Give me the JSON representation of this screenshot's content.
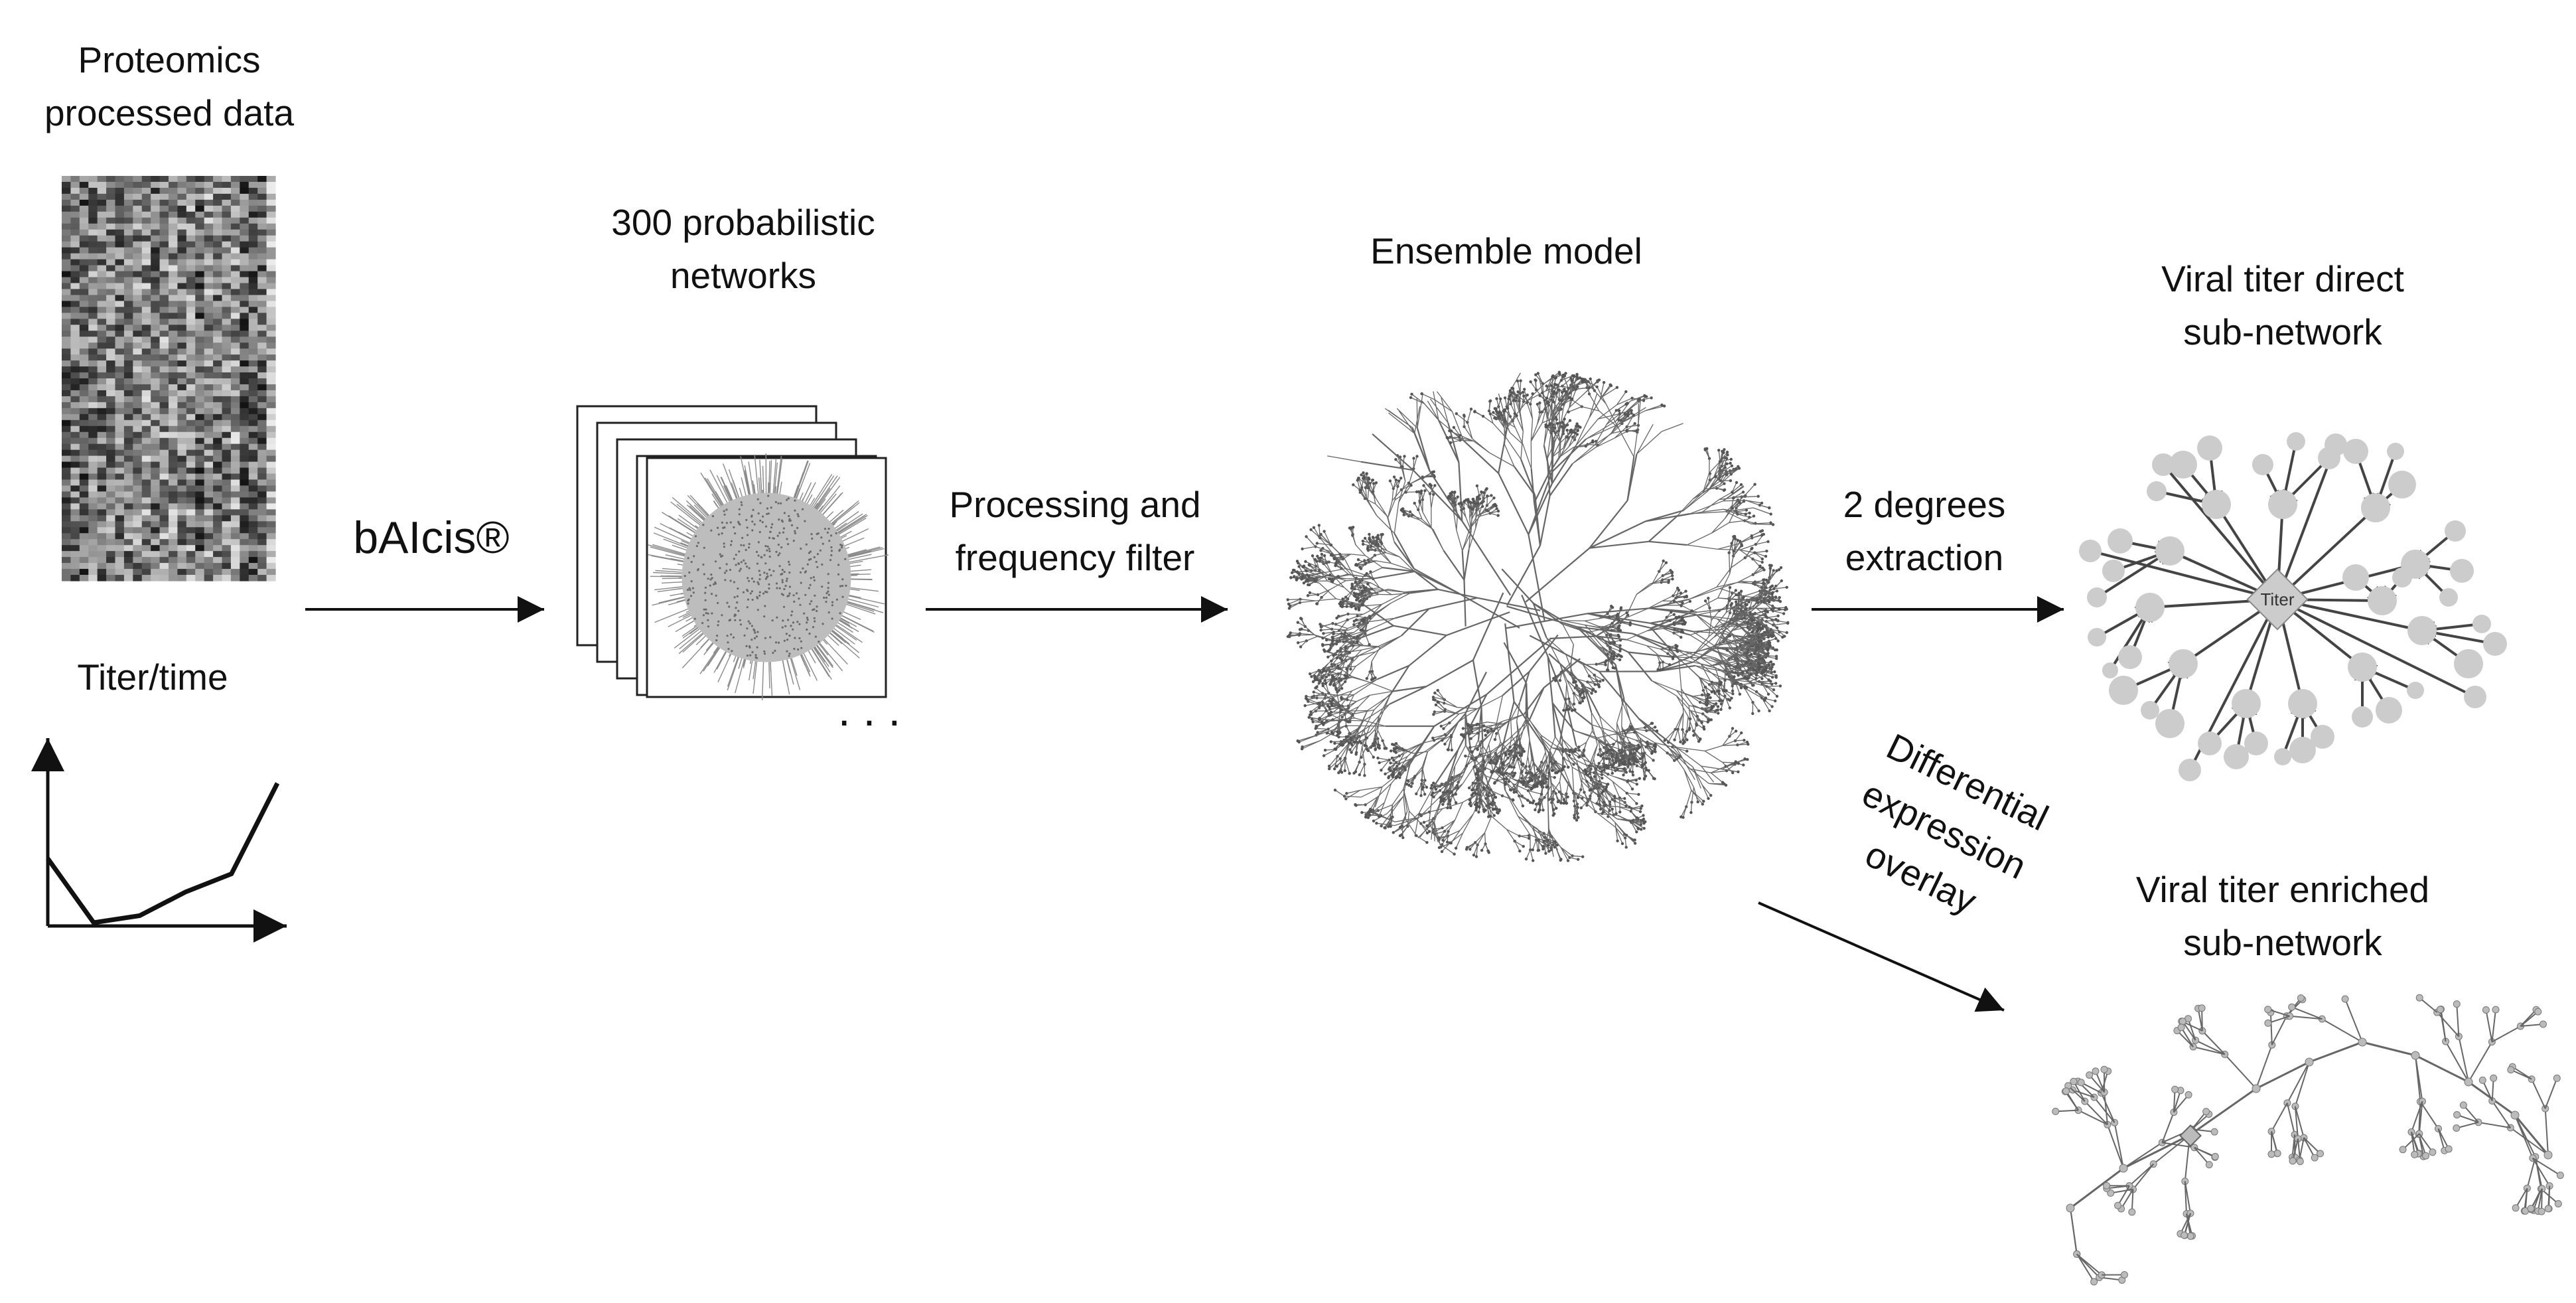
{
  "labels": {
    "proteomics": [
      "Proteomics",
      "processed data"
    ],
    "titer_time": "Titer/time",
    "tool": "bAIcis®",
    "networks": [
      "300 probabilistic",
      "networks"
    ],
    "ellipsis": ". . .",
    "processing": [
      "Processing and",
      "frequency filter"
    ],
    "ensemble": "Ensemble model",
    "extraction": [
      "2 degrees",
      "extraction"
    ],
    "direct": [
      "Viral titer direct",
      "sub-network"
    ],
    "hub": "Titer",
    "differential": [
      "Differential",
      "expression",
      "overlay"
    ],
    "enriched": [
      "Viral titer enriched",
      "sub-network"
    ]
  },
  "chart_data": {
    "type": "line",
    "title": "",
    "xlabel": "",
    "ylabel": "",
    "x": [
      0,
      1,
      2,
      3,
      4,
      5
    ],
    "series": [
      {
        "values": [
          0.46,
          0.0,
          0.05,
          0.22,
          0.35,
          1.0
        ]
      }
    ],
    "ylim": [
      0,
      1.1
    ],
    "grid": false
  },
  "colors": {
    "node": "#cccccc",
    "edge": "#555555",
    "line": "#111111"
  }
}
